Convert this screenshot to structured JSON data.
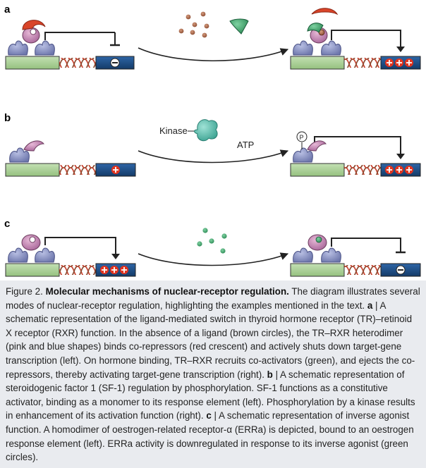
{
  "panels": [
    {
      "label": "a"
    },
    {
      "label": "b",
      "kinase_label": "Kinase",
      "atp_label": "ATP",
      "phospho_label": "P"
    },
    {
      "label": "c"
    }
  ],
  "caption": {
    "figure": "Figure 2.",
    "title": "Molecular mechanisms of nuclear-receptor regulation.",
    "s1": " The diagram illustrates several modes of nuclear-receptor regulation, highlighting the examples mentioned in the text. ",
    "a_label": "a",
    "s2": " | A schematic representation of the ligand-mediated switch in thyroid hormone receptor (TR)–retinoid X receptor (RXR) function. In the absence of a ligand (brown circles), the TR–RXR heterodimer (pink and blue shapes) binds co-repressors (red crescent) and actively shuts down target-gene transcription (left). On hormone binding, TR–RXR recruits co-activators (green), and ejects the co-repressors, thereby activating target-gene transcription (right). ",
    "b_label": "b",
    "s3": " | A schematic representation of steroidogenic factor 1 (SF-1) regulation by phosphorylation. SF-1 functions as a constitutive activator, binding as a monomer to its response element (left). Phosphorylation by a kinase results in enhancement of its activation function (right). ",
    "c_label": "c",
    "s4": " | A schematic representation of inverse agonist function. A homodimer of oestrogen-related receptor-α (ERRa) is depicted, bound to an oestrogen response element (left). ERRa activity is downregulated in response to its inverse agonist (green circles)."
  },
  "colors": {
    "receptor_blue": "#8f97c4",
    "receptor_pink": "#c98fb8",
    "corepressor_red": "#d9452a",
    "coactivator_green": "#2f8a5a",
    "ligand_brown": "#a05a3c",
    "dna_box": "#a9cf95",
    "promoter_blue": "#1f4f86",
    "plus_red": "#e0341f",
    "kinase_teal": "#5fc2b3",
    "agonist_green": "#3aa06a"
  },
  "icons": [
    "ligand-circles-icon",
    "coactivator-icon",
    "corepressor-icon",
    "kinase-icon",
    "phosphate-icon",
    "inverse-agonist-circles-icon"
  ]
}
